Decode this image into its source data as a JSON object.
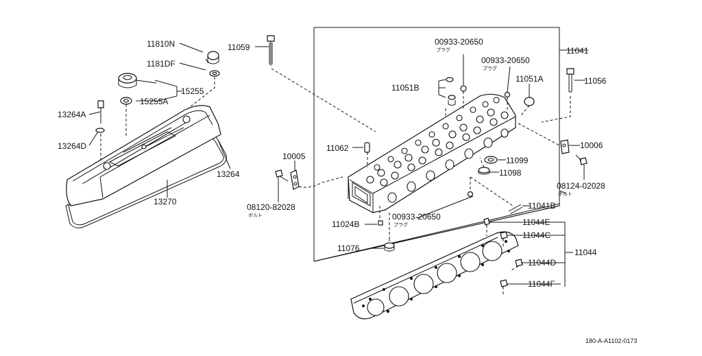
{
  "labels": {
    "p11810N": "11810N",
    "p1181DF": "1181DF",
    "p15255": "15255",
    "p15255A": "15255A",
    "p13264A": "13264A",
    "p13264D": "13264D",
    "p13264": "13264",
    "p13270": "13270",
    "p11059": "11059",
    "p00933a": "00933-20650",
    "p00933b": "00933-20650",
    "p00933c": "00933-20650",
    "p11041": "11041",
    "p11051B": "11051B",
    "p11051A": "11051A",
    "p11056": "11056",
    "p11062": "11062",
    "p10005": "10005",
    "p10006": "10006",
    "p11099": "11099",
    "p11098": "11098",
    "p08124": "08124-02028",
    "p08120": "08120-82028",
    "p11041B": "11041B",
    "p11024B": "11024B",
    "p11044E": "11044E",
    "p11044C": "11044C",
    "p11044": "11044",
    "p11076": "11076",
    "p11044D": "11044D",
    "p11044F": "11044F"
  },
  "sublabels": {
    "plug_a": "プラグ",
    "plug_b": "プラグ",
    "plug_c": "プラグ",
    "bolt_a": "ボルト",
    "bolt_b": "ボルト"
  },
  "footer": {
    "code": "180-A-A1102-0173"
  },
  "icons": {
    "head": "cylinder-head",
    "cover": "valve-cover",
    "gasket": "head-gasket"
  }
}
